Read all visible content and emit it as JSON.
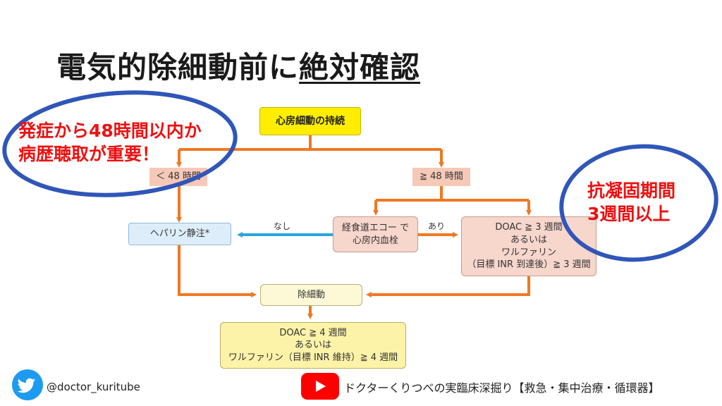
{
  "title": {
    "main": "電気的除細動前に",
    "underlined": "絶対確認"
  },
  "nodes": {
    "persist": "心房細動の持続",
    "lt48": "＜ 48 時間",
    "ge48": "≧ 48 時間",
    "heparin": "ヘパリン静注*",
    "tee_l1": "経食道エコー で",
    "tee_l2": "心房内血栓",
    "doac1_l1": "DOAC ≧ 3 週間",
    "doac1_l2": "あるいは",
    "doac1_l3": "ワルファリン",
    "doac1_l4": "（目標 INR 到達後）≧ 3 週間",
    "cardio": "除細動",
    "doac2_l1": "DOAC ≧ 4 週間",
    "doac2_l2": "あるいは",
    "doac2_l3": "ワルファリン（目標 INR 維持）≧ 4 週間"
  },
  "edge_labels": {
    "none": "なし",
    "present": "あり"
  },
  "callouts": {
    "left_l1": "発症から48時間以内か",
    "left_l2": "病歴聴取が重要！",
    "right_l1": "抗凝固期間",
    "right_l2": "3週間以上"
  },
  "footer": {
    "handle": "@doctor_kuritube",
    "channel": "ドクターくりつべの実臨床深掘り【救急・集中治療・循環器】"
  },
  "colors": {
    "arrow": "#f07822",
    "arrow_blue": "#2aa4dc",
    "ellipse": "#2f56b8",
    "callout_text": "#ee1010",
    "yellow": "#ffee00"
  },
  "icons": {
    "twitter": "twitter-bird-icon",
    "youtube": "youtube-play-icon"
  }
}
